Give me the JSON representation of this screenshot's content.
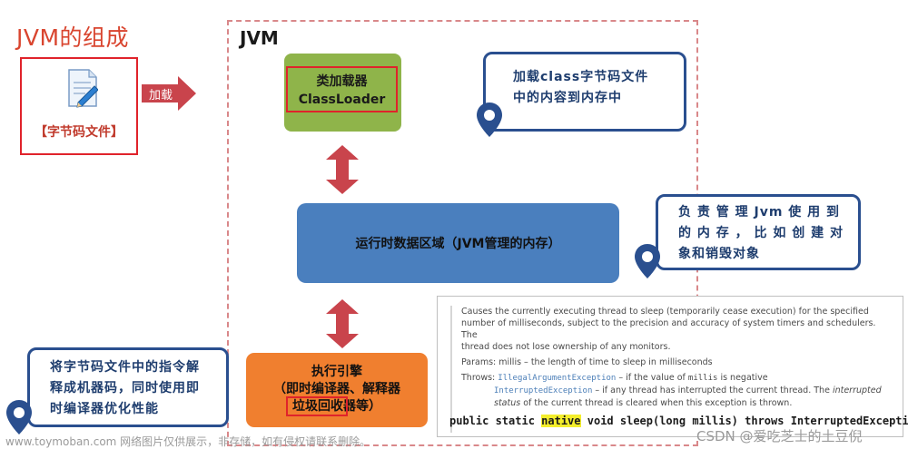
{
  "title": "JVM的组成",
  "bytecode_box": {
    "label": "【字节码文件】",
    "icon": "document-pencil-icon"
  },
  "load_arrow": {
    "label": "加载"
  },
  "jvm": {
    "label": "JVM"
  },
  "classloader": {
    "line1": "类加载器",
    "line2": "ClassLoader"
  },
  "runtime_area": {
    "label": "运行时数据区域（JVM管理的内存）"
  },
  "execution_engine": {
    "line1": "执行引擎",
    "line2": "（即时编译器、解释器",
    "line3a": "垃圾回收器",
    "line3b": "等）"
  },
  "callouts": {
    "classloader": {
      "line1": "加载class字节码文件",
      "line2": "中的内容到内存中"
    },
    "runtime": {
      "line1": "负 责 管 理 Jvm 使 用 到",
      "line2": "的 内 存 ， 比 如 创 建 对",
      "line3": "象和销毁对象"
    },
    "engine": {
      "line1": "将字节码文件中的指令解",
      "line2": "释成机器码，同时使用即",
      "line3": "时编译器优化性能"
    }
  },
  "doc_panel": {
    "desc1": "Causes the currently executing thread to sleep (temporarily cease execution) for the specified",
    "desc2": "number of milliseconds, subject to the precision and accuracy of system timers and schedulers. The",
    "desc3": "thread does not lose ownership of any monitors.",
    "params": "Params: millis – the length of time to sleep in milliseconds",
    "throws_label": "Throws:",
    "throws1_type": "IllegalArgumentException",
    "throws1_mid": " – if the value of ",
    "throws1_code": "millis",
    "throws1_end": " is negative",
    "throws2_type": "InterruptedException",
    "throws2_text": " – if any thread has interrupted the current thread. The ",
    "throws2_italic": "interrupted",
    "throws3_italic": "status",
    "throws3_text": " of the current thread is cleared when this exception is thrown.",
    "sig_pre": "public static ",
    "sig_native": "native",
    "sig_post": " void sleep(long millis) throws InterruptedException;"
  },
  "watermark": "www.toymoban.com 网络图片仅供展示，非存储，如有侵权请联系删除。",
  "csdn_mark": "CSDN @爱吃芝士的土豆倪",
  "colors": {
    "red": "#e0232b",
    "green": "#8fb44a",
    "blue": "#4a7fbe",
    "orange": "#f07f2f",
    "navy": "#2a4f8f",
    "arrow": "#c9444c"
  }
}
